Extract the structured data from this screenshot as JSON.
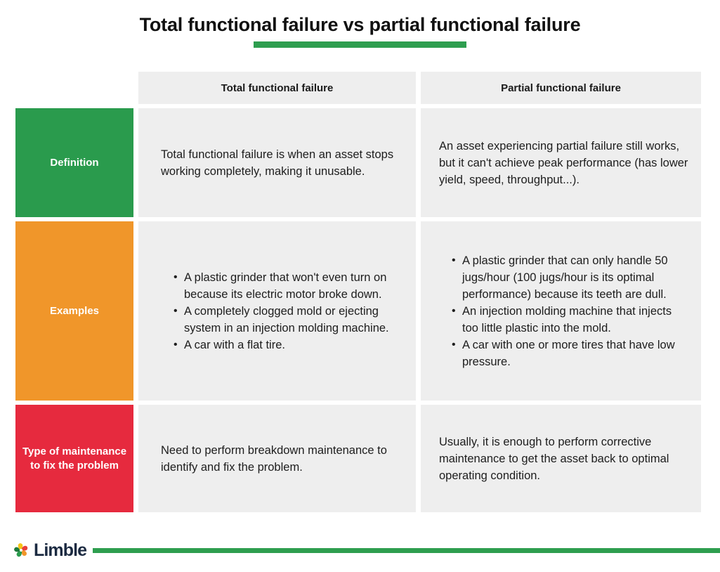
{
  "page": {
    "title": "Total functional failure vs partial functional failure",
    "accent_green": "#2e9e4f",
    "cell_background": "#eeeeee"
  },
  "table": {
    "columns": [
      {
        "label": "Total functional failure"
      },
      {
        "label": "Partial functional failure"
      }
    ],
    "rows": [
      {
        "label": "Definition",
        "label_color": "#2a9b4d",
        "total": {
          "type": "paragraph",
          "text": "Total functional failure is when an asset stops working completely, making it unusable."
        },
        "partial": {
          "type": "paragraph",
          "text": "An asset experiencing partial failure still works, but it can't achieve peak performance (has lower yield, speed, throughput...)."
        }
      },
      {
        "label": "Examples",
        "label_color": "#f0962a",
        "total": {
          "type": "bullets",
          "items": [
            "A plastic grinder that won't even turn on because its electric motor broke down.",
            "A completely clogged mold or ejecting system in an injection molding machine.",
            "A car with a flat tire."
          ]
        },
        "partial": {
          "type": "bullets",
          "items": [
            "A plastic grinder that can only handle 50 jugs/hour (100 jugs/hour is its optimal performance) because its teeth are dull.",
            "An injection molding machine that injects too little plastic into the mold.",
            "A car with one or more tires that have low pressure."
          ]
        }
      },
      {
        "label": "Type of maintenance to fix the problem",
        "label_color": "#e62a3e",
        "total": {
          "type": "paragraph",
          "text": "Need to perform breakdown maintenance to identify and fix the problem."
        },
        "partial": {
          "type": "paragraph",
          "text": "Usually, it is enough to perform corrective maintenance to get the asset back to optimal operating condition."
        }
      }
    ]
  },
  "footer": {
    "brand": "Limble",
    "logo_icon": "limble-pinwheel-icon",
    "logo_colors": [
      "#e8403a",
      "#f0962a",
      "#f5c518",
      "#2a9b4d",
      "#1e7a3c"
    ]
  }
}
